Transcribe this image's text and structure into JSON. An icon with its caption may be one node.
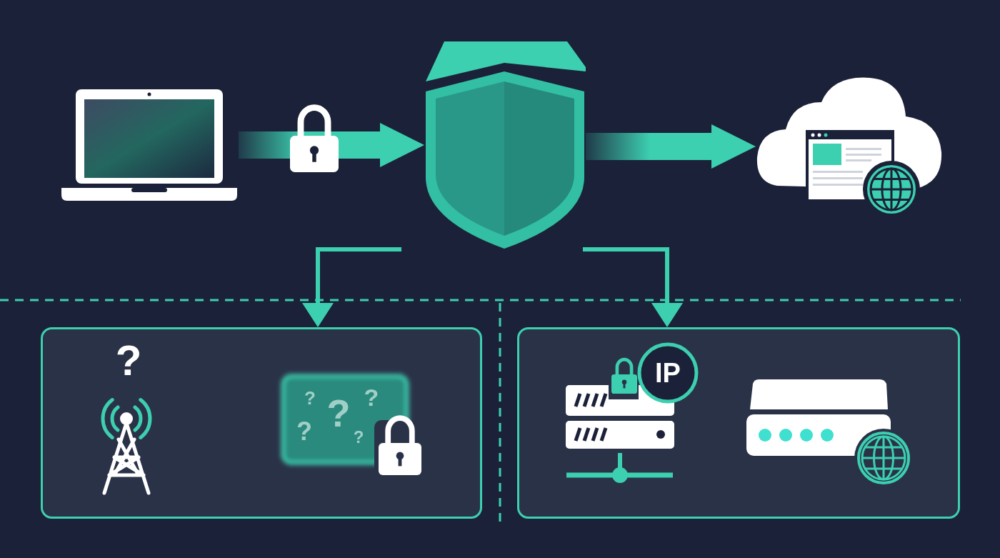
{
  "diagram": {
    "nodes": [
      {
        "text": [],
        "shape": "picture"
      },
      {
        "text": [],
        "shape": "shield"
      },
      {
        "text": [],
        "shape": "cloud"
      },
      {
        "text": [],
        "shape": "box"
      },
      {
        "text": [],
        "shape": "box"
      }
    ],
    "edges": [
      {
        "from": 0,
        "to": 1,
        "arrow": "to",
        "style": "thick"
      },
      {
        "from": 1,
        "to": 2,
        "arrow": "to",
        "style": "thick"
      },
      {
        "from": null,
        "to": 3,
        "arrow": "to"
      },
      {
        "from": null,
        "to": 4,
        "arrow": "to"
      }
    ],
    "labels": [
      "?",
      "?",
      "?",
      "?",
      "?",
      "?",
      "IP"
    ]
  }
}
